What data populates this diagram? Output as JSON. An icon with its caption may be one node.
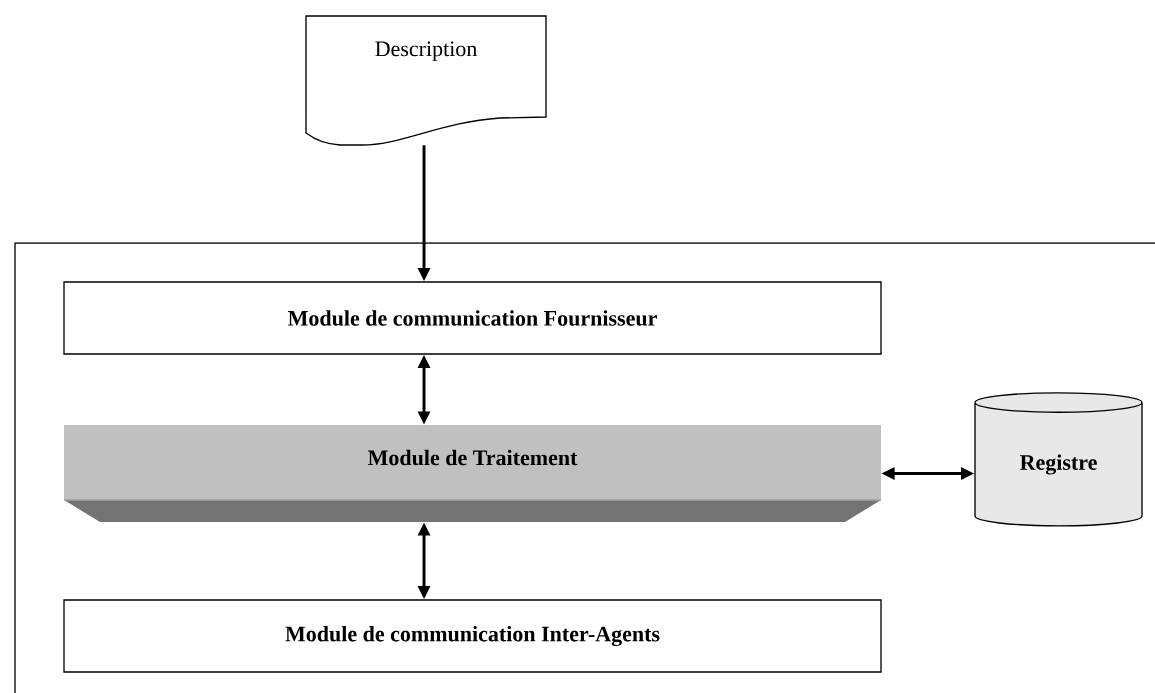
{
  "diagram": {
    "nodes": [
      {
        "text": [
          "Description"
        ]
      },
      {
        "text": [],
        "shape": "box"
      },
      {
        "text": [
          "Module de communication Fournisseur"
        ],
        "in": 1
      },
      {
        "text": [
          "Module de Traitement"
        ],
        "in": 1
      },
      {
        "text": [
          "Module de communication Inter-Agents"
        ],
        "in": 1
      },
      {
        "text": [
          "Registre"
        ],
        "in": 1
      }
    ],
    "edges": [
      {
        "from": 0,
        "to": 2,
        "arrow": "to"
      },
      {
        "from": 2,
        "to": 3,
        "arrow": "both"
      },
      {
        "from": 3,
        "to": 5,
        "arrow": "both"
      },
      {
        "from": 3,
        "to": 4,
        "arrow": "both"
      }
    ]
  }
}
